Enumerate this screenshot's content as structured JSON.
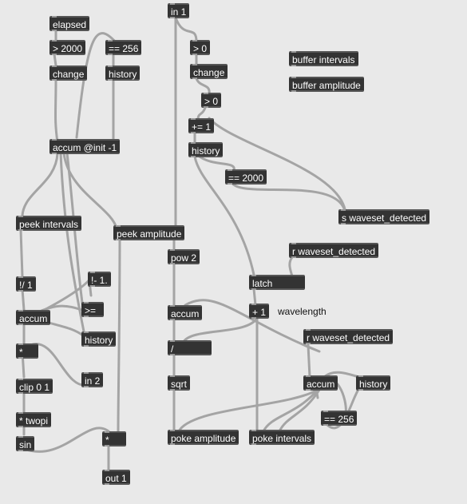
{
  "objects": {
    "elapsed": "elapsed",
    "gt2000": "> 2000",
    "eq256_top": "== 256",
    "change_left": "change",
    "history_top": "history",
    "accum_init": "accum @init -1",
    "peek_intervals": "peek intervals",
    "peek_amplitude": "peek amplitude",
    "not1": "!/ 1",
    "notminus1": "!- 1.",
    "accum_left": "accum",
    "gte": ">=",
    "history_left": "history",
    "mul_left": "*",
    "clip": "clip 0 1",
    "in2": "in 2",
    "twopi": "* twopi",
    "sin": "sin",
    "mul_out": "*",
    "out1": "out 1",
    "in1": "in 1",
    "gt0_a": "> 0",
    "change_mid": "change",
    "gt0_b": "> 0",
    "plus_eq1": "+= 1",
    "history_mid": "history",
    "eq2000": "== 2000",
    "s_waveset": "s waveset_detected",
    "buffer_intervals": "buffer intervals",
    "buffer_amplitude": "buffer amplitude",
    "pow2": "pow 2",
    "r_waveset_1": "r waveset_detected",
    "latch": "latch",
    "accum_mid": "accum",
    "plus1": "+ 1",
    "divide": "/",
    "r_waveset_2": "r waveset_detected",
    "sqrt": "sqrt",
    "accum_right": "accum",
    "history_right": "history",
    "eq256_bottom": "== 256",
    "poke_amplitude": "poke amplitude",
    "poke_intervals": "poke intervals"
  },
  "comments": {
    "wavelength": "wavelength"
  },
  "colors": {
    "canvas": "#e9e9e9",
    "object_fill": "#333333",
    "object_text": "#ffffff",
    "cord": "#a4a4a4"
  }
}
